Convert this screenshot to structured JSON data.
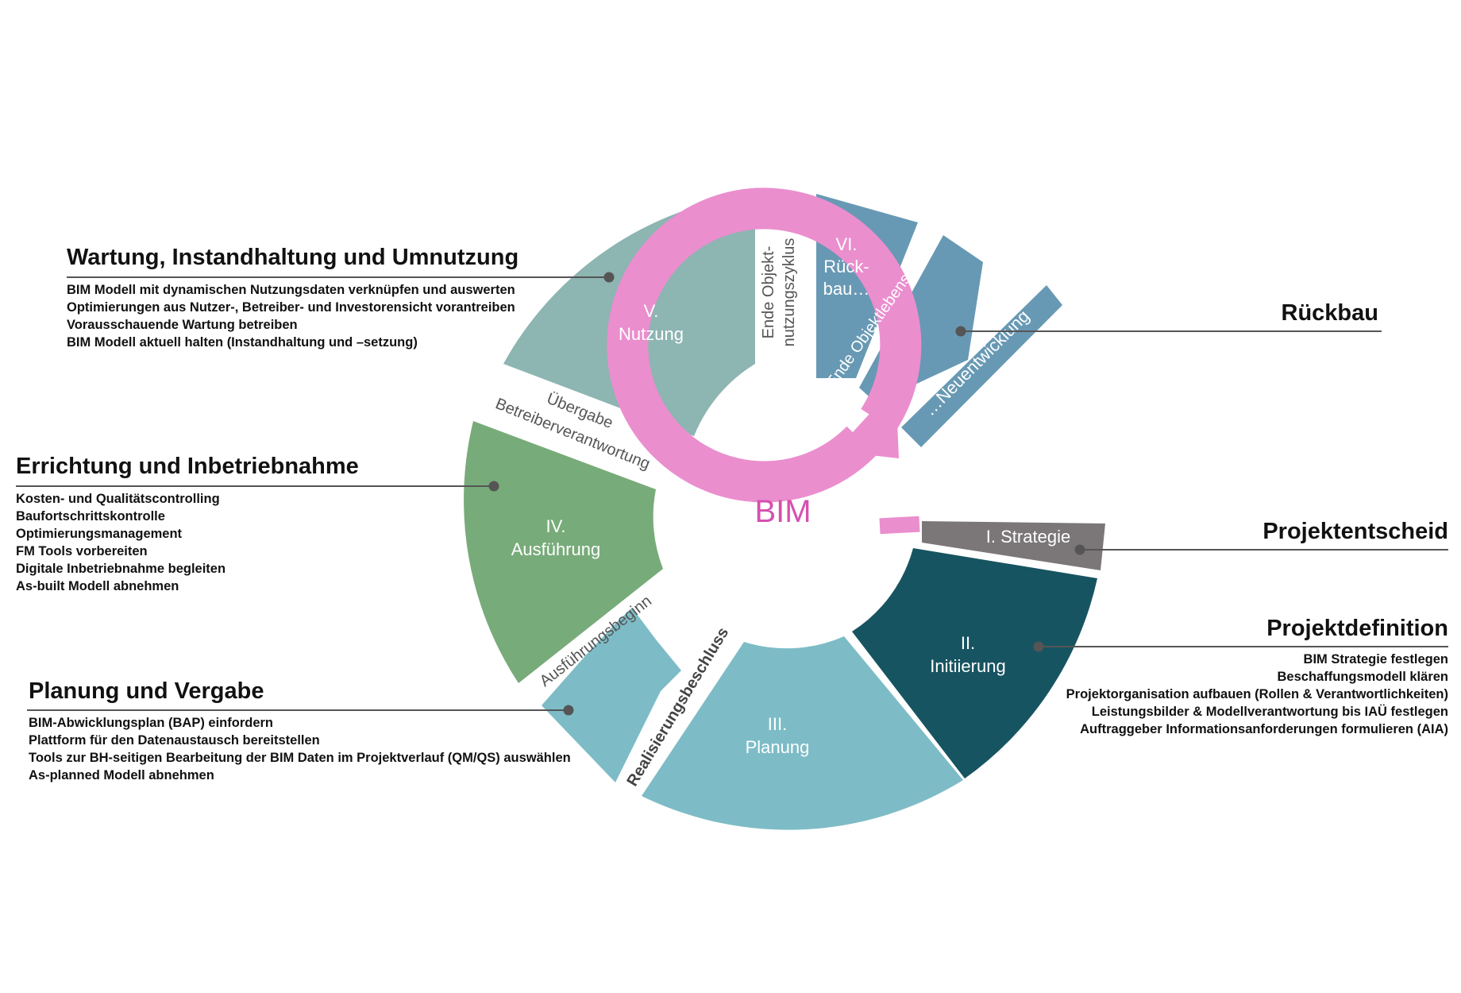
{
  "colors": {
    "strategie": "#7b7778",
    "initiierung": "#175461",
    "planung": "#7dbcc6",
    "ausfuehrung": "#78ab7a",
    "nutzung": "#8db5b2",
    "rueckbau": "#6899b4",
    "bim_ring": "#ea8ece",
    "bim_text": "#d64fb0",
    "leader_line": "#555555"
  },
  "center": {
    "label": "BIM"
  },
  "segments": {
    "strategie": {
      "label": "I. Strategie"
    },
    "initiierung": {
      "label_line1": "II.",
      "label_line2": "Initiierung"
    },
    "planung": {
      "label_line1": "III.",
      "label_line2": "Planung"
    },
    "ausfuehrung": {
      "label_line1": "IV.",
      "label_line2": "Ausführung"
    },
    "nutzung": {
      "label_line1": "V.",
      "label_line2": "Nutzung"
    },
    "rueckbau": {
      "label_line1": "VI.",
      "label_line2": "Rück-",
      "label_line3": "bau…"
    },
    "neuentwicklung": {
      "label": "…Neuentwicklung"
    }
  },
  "milestones": {
    "realisierungsbeschluss": "Realisierungsbeschluss",
    "ausfuehrungsbeginn": "Ausführungsbeginn",
    "uebergabe_line1": "Übergabe",
    "uebergabe_line2": "Betreiberverantwortung",
    "ende_nutzung_line1": "Ende Objekt-",
    "ende_nutzung_line2": "nutzungszyklus",
    "ende_lebenszyklus": "Ende Objektlebenszyklus"
  },
  "callouts": {
    "wartung": {
      "title": "Wartung, Instandhaltung und Umnutzung",
      "items": [
        "BIM Modell mit dynamischen Nutzungsdaten verknüpfen und auswerten",
        "Optimierungen aus Nutzer-, Betreiber- und Investorensicht vorantreiben",
        "Vorausschauende Wartung betreiben",
        "BIM Modell aktuell halten (Instandhaltung und –setzung)"
      ]
    },
    "errichtung": {
      "title": "Errichtung und Inbetriebnahme",
      "items": [
        "Kosten- und Qualitätscontrolling",
        "Baufortschrittskontrolle",
        "Optimierungsmanagement",
        "FM Tools vorbereiten",
        "Digitale Inbetriebnahme begleiten",
        "As-built Modell abnehmen"
      ]
    },
    "planung": {
      "title": "Planung und Vergabe",
      "items": [
        "BIM-Abwicklungsplan (BAP) einfordern",
        "Plattform für den Datenaustausch bereitstellen",
        "Tools zur BH-seitigen Bearbeitung der BIM Daten im Projektverlauf (QM/QS) auswählen",
        "As-planned Modell abnehmen"
      ]
    },
    "rueckbau": {
      "title": "Rückbau"
    },
    "projektentscheid": {
      "title": "Projektentscheid"
    },
    "projektdefinition": {
      "title": "Projektdefinition",
      "items": [
        "BIM Strategie festlegen",
        "Beschaffungsmodell klären",
        "Projektorganisation aufbauen (Rollen & Verantwortlichkeiten)",
        "Leistungsbilder & Modellverantwortung bis IAÜ festlegen",
        "Auftraggeber Informationsanforderungen formulieren (AIA)"
      ]
    }
  }
}
